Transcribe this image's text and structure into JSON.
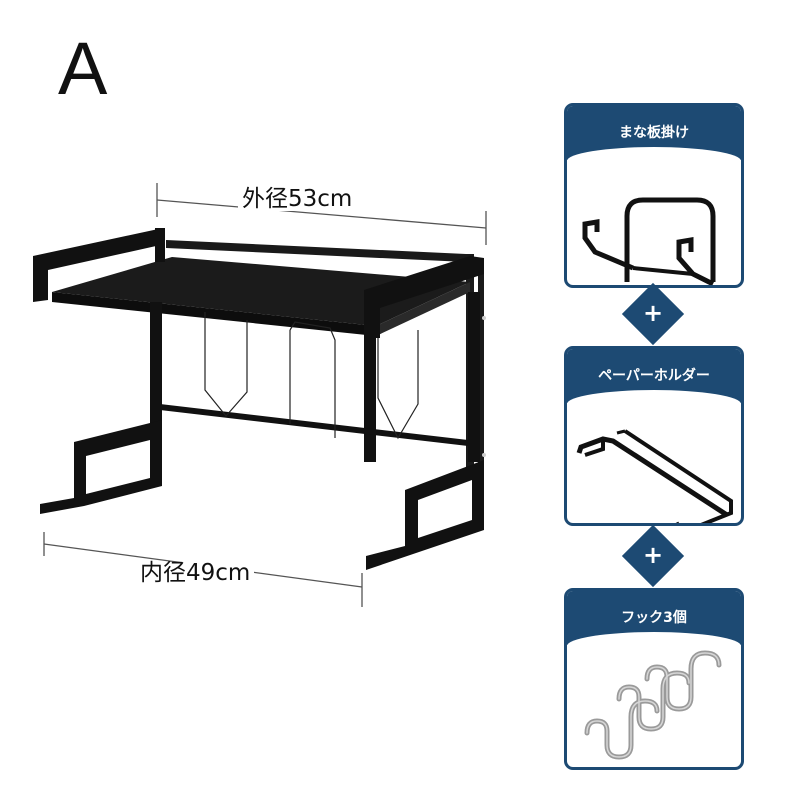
{
  "variant": "A",
  "dimensions": {
    "outer": "外径53cm",
    "inner": "内径49cm"
  },
  "accessories": [
    {
      "label": "まな板掛け",
      "icon": "cutting-board-holder-icon"
    },
    {
      "label": "ペーパーホルダー",
      "icon": "paper-holder-icon"
    },
    {
      "label": "フック3個",
      "icon": "s-hook-icon"
    }
  ],
  "connector_symbol": "+",
  "colors": {
    "accent": "#1d4a73",
    "rack": "#111111",
    "background": "#ffffff"
  }
}
